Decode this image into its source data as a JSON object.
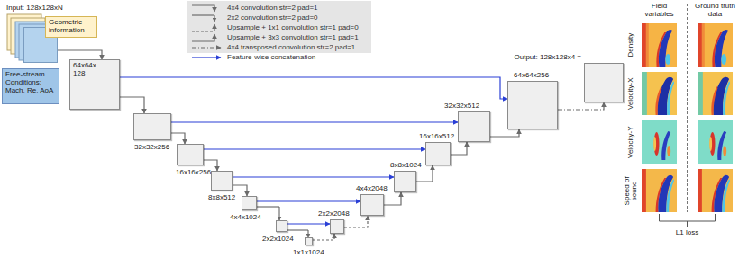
{
  "diagram": {
    "nodes": [
      {
        "text": [
          "Input: 128x128xN"
        ]
      },
      {
        "text": [
          "Geometric information"
        ]
      },
      {
        "text": [
          "Free-stream Conditions: Mach, Re, AoA"
        ]
      },
      {
        "text": [
          "64x64x 128"
        ]
      },
      {
        "text": [
          "32x32x256"
        ]
      },
      {
        "text": [
          "16x16x256"
        ]
      },
      {
        "text": [
          "8x8x512"
        ]
      },
      {
        "text": [
          "4x4x1024"
        ]
      },
      {
        "text": [
          "2x2x1024"
        ]
      },
      {
        "text": [
          "1x1x1024"
        ]
      },
      {
        "text": [
          "2x2x2048"
        ]
      },
      {
        "text": [
          "4x4x2048"
        ]
      },
      {
        "text": [
          "8x8x1024"
        ]
      },
      {
        "text": [
          "16x16x512"
        ]
      },
      {
        "text": [
          "32x32x512"
        ]
      },
      {
        "text": [
          "64x64x256"
        ]
      },
      {
        "text": [
          "Output: 128x128x4 ="
        ]
      }
    ],
    "edges": [
      {
        "from": 0,
        "to": 3,
        "arrow": "to"
      },
      {
        "from": 3,
        "to": 4,
        "arrow": "to"
      },
      {
        "from": 4,
        "to": 5,
        "arrow": "to"
      },
      {
        "from": 5,
        "to": 6,
        "arrow": "to"
      },
      {
        "from": 6,
        "to": 7,
        "arrow": "to"
      },
      {
        "from": 7,
        "to": 8,
        "arrow": "to"
      },
      {
        "from": 8,
        "to": 9,
        "arrow": "to"
      },
      {
        "from": 9,
        "to": 10,
        "arrow": "to"
      },
      {
        "from": 10,
        "to": 11,
        "arrow": "to"
      },
      {
        "from": 11,
        "to": 12,
        "arrow": "to"
      },
      {
        "from": 12,
        "to": 13,
        "arrow": "to"
      },
      {
        "from": 13,
        "to": 14,
        "arrow": "to"
      },
      {
        "from": 14,
        "to": 15,
        "arrow": "to"
      },
      {
        "from": 15,
        "to": 16,
        "arrow": "to"
      },
      {
        "from": 3,
        "to": 15,
        "arrow": "to"
      },
      {
        "from": 4,
        "to": 14,
        "arrow": "to"
      },
      {
        "from": 5,
        "to": 13,
        "arrow": "to"
      },
      {
        "from": 6,
        "to": 12,
        "arrow": "to"
      },
      {
        "from": 7,
        "to": 11,
        "arrow": "to"
      },
      {
        "from": 8,
        "to": 10,
        "arrow": "to"
      }
    ],
    "labels": [
      "Field variables",
      "Ground truth data",
      "Density",
      "Velocity-X",
      "Velocity-Y",
      "Speed of sound",
      "L1 loss"
    ],
    "legend": [
      {
        "text": "4x4 convolution str=2 pad=1"
      },
      {
        "text": "2x2 convolution str=2 pad=0"
      },
      {
        "text": "Upsample + 1x1 convolution str=1 pad=0"
      },
      {
        "text": "Upsample + 3x3 convolution str=1 pad=1"
      },
      {
        "text": "4x4 transposed convolution str=2 pad=1"
      },
      {
        "text": "Feature-wise concatenation"
      }
    ]
  }
}
